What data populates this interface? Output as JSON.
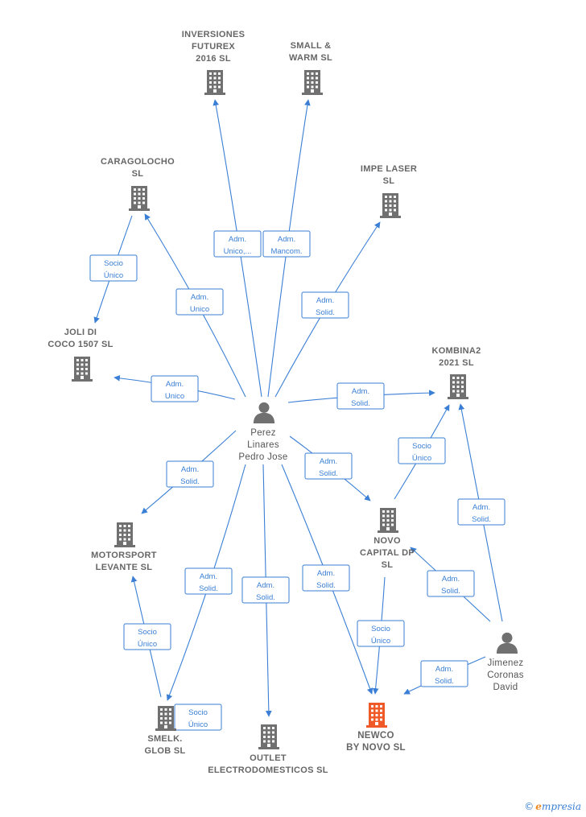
{
  "nodes": [
    {
      "id": "futurex",
      "type": "company",
      "label": [
        "INVERSIONES",
        "FUTUREX",
        "2016  SL"
      ]
    },
    {
      "id": "smallwarm",
      "type": "company",
      "label": [
        "SMALL &",
        "WARM  SL"
      ]
    },
    {
      "id": "caragolocho",
      "type": "company",
      "label": [
        "CARAGOLOCHO",
        "SL"
      ]
    },
    {
      "id": "impelaser",
      "type": "company",
      "label": [
        "IMPE LASER",
        "SL"
      ]
    },
    {
      "id": "joli",
      "type": "company",
      "label": [
        "JOLI DI",
        "COCO 1507  SL"
      ]
    },
    {
      "id": "kombina2",
      "type": "company",
      "label": [
        "KOMBINA2",
        "2021  SL"
      ]
    },
    {
      "id": "perez",
      "type": "person",
      "label": [
        "Perez",
        "Linares",
        "Pedro Jose"
      ]
    },
    {
      "id": "novo",
      "type": "company",
      "label": [
        "NOVO",
        "CAPITAL DP",
        "SL"
      ]
    },
    {
      "id": "motorsport",
      "type": "company",
      "label": [
        "MOTORSPORT",
        "LEVANTE SL"
      ]
    },
    {
      "id": "jimenez",
      "type": "person",
      "label": [
        "Jimenez",
        "Coronas",
        "David"
      ]
    },
    {
      "id": "smelk",
      "type": "company",
      "label": [
        "SMELK.",
        "GLOB  SL"
      ]
    },
    {
      "id": "outlet",
      "type": "company",
      "label": [
        "OUTLET",
        "ELECTRODOMESTICOS SL"
      ]
    },
    {
      "id": "newco",
      "type": "main",
      "label": [
        "NEWCO",
        "BY NOVO  SL"
      ]
    }
  ],
  "edges": [
    {
      "from": "perez",
      "to": "futurex",
      "label": [
        "Adm.",
        "Unico,..."
      ]
    },
    {
      "from": "perez",
      "to": "smallwarm",
      "label": [
        "Adm.",
        "Mancom."
      ]
    },
    {
      "from": "perez",
      "to": "caragolocho",
      "label": [
        "Adm.",
        "Unico"
      ]
    },
    {
      "from": "perez",
      "to": "impelaser",
      "label": [
        "Adm.",
        "Solid."
      ]
    },
    {
      "from": "caragolocho",
      "to": "joli",
      "label": [
        "Socio",
        "Único"
      ]
    },
    {
      "from": "perez",
      "to": "joli",
      "label": [
        "Adm.",
        "Unico"
      ]
    },
    {
      "from": "perez",
      "to": "kombina2",
      "label": [
        "Adm.",
        "Solid."
      ]
    },
    {
      "from": "perez",
      "to": "motorsport",
      "label": [
        "Adm.",
        "Solid."
      ]
    },
    {
      "from": "perez",
      "to": "novo",
      "label": [
        "Adm.",
        "Solid."
      ]
    },
    {
      "from": "novo",
      "to": "kombina2",
      "label": [
        "Socio",
        "Único"
      ]
    },
    {
      "from": "jimenez",
      "to": "kombina2",
      "label": [
        "Adm.",
        "Solid."
      ]
    },
    {
      "from": "jimenez",
      "to": "novo",
      "label": [
        "Adm.",
        "Solid."
      ]
    },
    {
      "from": "perez",
      "to": "smelk",
      "label": [
        "Adm.",
        "Solid."
      ]
    },
    {
      "from": "smelk",
      "to": "motorsport",
      "label": [
        "Socio",
        "Único"
      ]
    },
    {
      "from": "perez",
      "to": "outlet",
      "label": [
        "Adm.",
        "Solid."
      ]
    },
    {
      "from": "perez",
      "to": "newco",
      "label": [
        "Adm.",
        "Solid."
      ]
    },
    {
      "from": "novo",
      "to": "newco",
      "label": [
        "Socio",
        "Único"
      ]
    },
    {
      "from": "jimenez",
      "to": "newco",
      "label": [
        "Adm.",
        "Solid."
      ]
    },
    {
      "from": "smelk",
      "to": "smelk",
      "label": [
        "Socio",
        "Único"
      ]
    }
  ],
  "brand": {
    "copyright": "©",
    "name": "mpresia",
    "initial": "e"
  },
  "colors": {
    "edge": "#3a7fd5",
    "company": "#707070",
    "main": "#f05a28",
    "person": "#707070"
  }
}
